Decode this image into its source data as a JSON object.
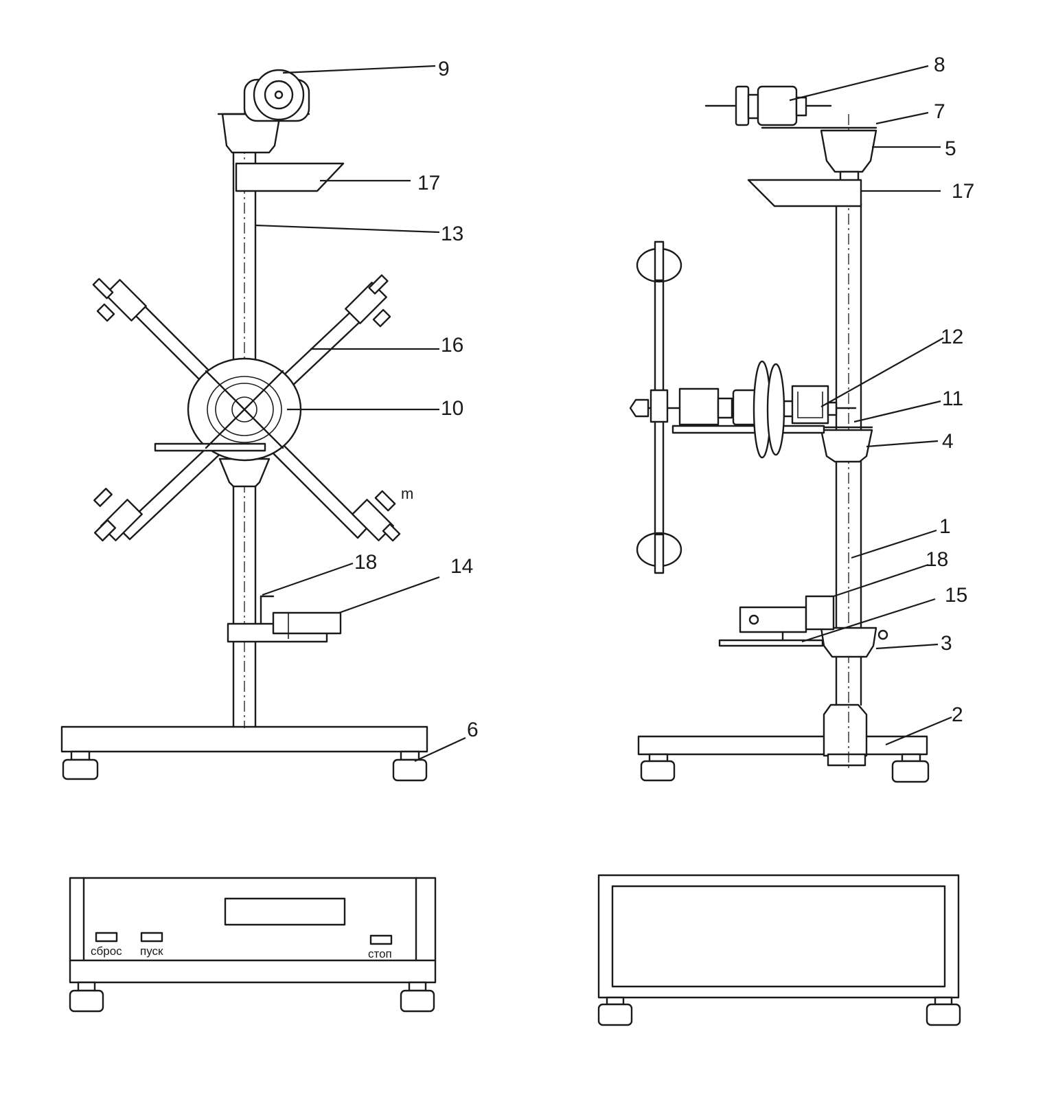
{
  "labels": {
    "l1": "1",
    "l2": "2",
    "l3": "3",
    "l4": "4",
    "l5": "5",
    "l6": "6",
    "l7": "7",
    "l8": "8",
    "l9": "9",
    "l10": "10",
    "l11": "11",
    "l12": "12",
    "l13": "13",
    "l14": "14",
    "l15": "15",
    "l16": "16",
    "l17_left": "17",
    "l17_right": "17",
    "l18_left": "18",
    "l18_right": "18"
  },
  "mass_label": "m",
  "control_unit": {
    "reset_label": "сброс",
    "start_label": "пуск",
    "stop_label": "стоп"
  }
}
